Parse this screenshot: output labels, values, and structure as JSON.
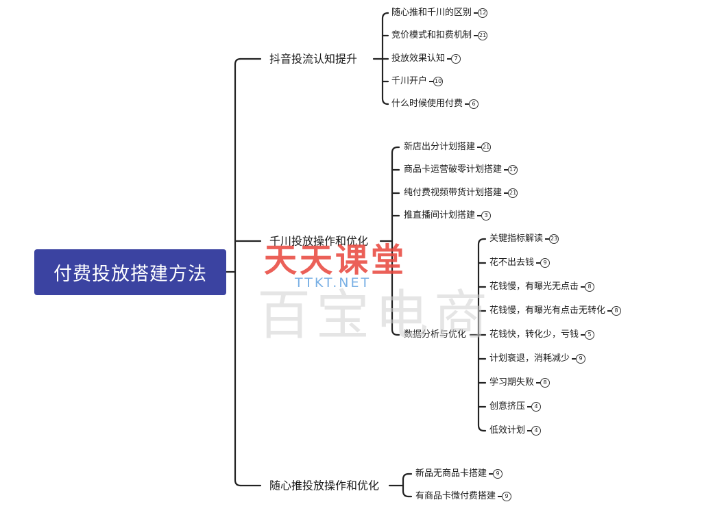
{
  "colors": {
    "root_bg": "#3b43a1",
    "line": "#222222",
    "watermark_red": "#e8453c",
    "watermark_blue": "#3f8ed9"
  },
  "root": {
    "label": "付费投放搭建方法"
  },
  "branches": [
    {
      "label": "抖音投流认知提升",
      "children": [
        {
          "label": "随心推和千川的区别",
          "count": "12"
        },
        {
          "label": "竞价模式和扣费机制",
          "count": "21"
        },
        {
          "label": "投放效果认知",
          "count": "7"
        },
        {
          "label": "千川开户",
          "count": "10"
        },
        {
          "label": "什么时候使用付费",
          "count": "6"
        }
      ]
    },
    {
      "label": "千川投放操作和优化",
      "children": [
        {
          "label": "新店出分计划搭建",
          "count": "21"
        },
        {
          "label": "商品卡运营破零计划搭建",
          "count": "17"
        },
        {
          "label": "纯付费视频带货计划搭建",
          "count": "21"
        },
        {
          "label": "推直播间计划搭建",
          "count": "3"
        },
        {
          "label": "数据分析与优化",
          "children": [
            {
              "label": "关键指标解读",
              "count": "23"
            },
            {
              "label": "花不出去钱",
              "count": "9"
            },
            {
              "label": "花钱慢，有曝光无点击",
              "count": "8"
            },
            {
              "label": "花钱慢，有曝光有点击无转化",
              "count": "8"
            },
            {
              "label": "花钱快，转化少，亏钱",
              "count": "5"
            },
            {
              "label": "计划衰退，消耗减少",
              "count": "9"
            },
            {
              "label": "学习期失败",
              "count": "8"
            },
            {
              "label": "创意挤压",
              "count": "4"
            },
            {
              "label": "低效计划",
              "count": "4"
            }
          ]
        }
      ]
    },
    {
      "label": "随心推投放操作和优化",
      "children": [
        {
          "label": "新品无商品卡搭建",
          "count": "9"
        },
        {
          "label": "有商品卡微付费搭建",
          "count": "9"
        }
      ]
    }
  ],
  "watermark": {
    "line1": "天天课堂",
    "line2": "TTKT.NET",
    "line3": "百宝电商"
  }
}
